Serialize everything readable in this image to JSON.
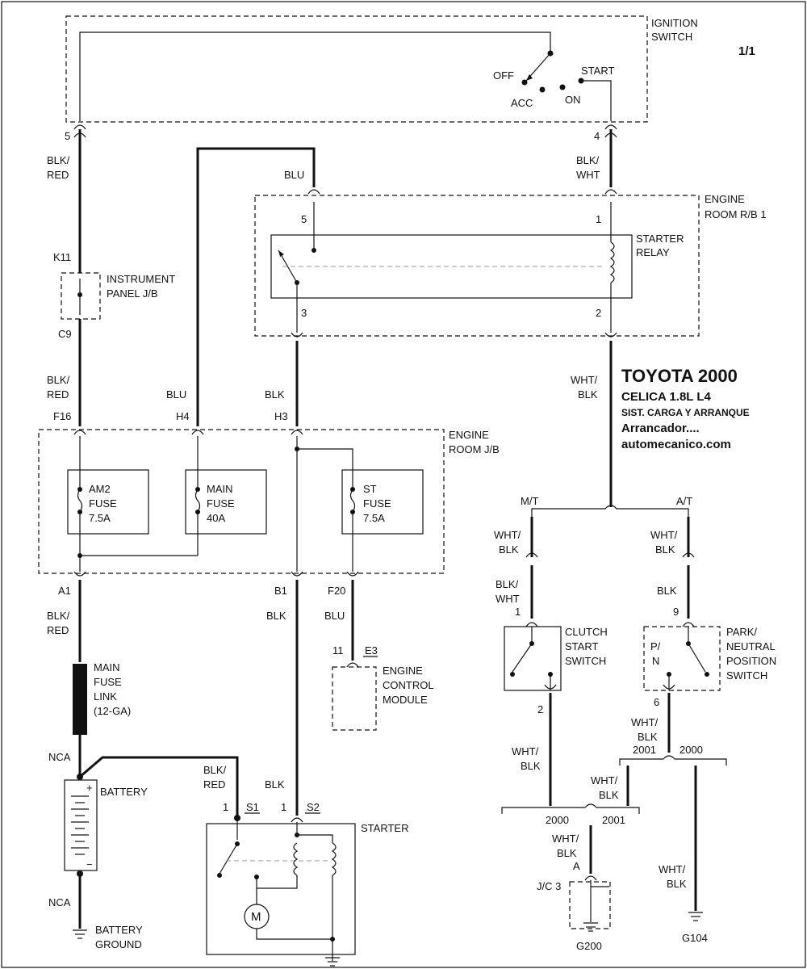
{
  "page": {
    "number": "1/1"
  },
  "title": {
    "line1": "TOYOTA 2000",
    "line2": "CELICA  1.8L  L4",
    "line3": "SIST. CARGA Y ARRANQUE",
    "line4": "Arrancador....",
    "line5": "automecanico.com"
  },
  "ignition": {
    "label1": "IGNITION",
    "label2": "SWITCH",
    "off": "OFF",
    "acc": "ACC",
    "on": "ON",
    "start": "START",
    "pin_left": "5",
    "pin_right": "4"
  },
  "wires": {
    "blk_red_1a": "BLK/",
    "blk_red_1b": "RED",
    "blu_top": "BLU",
    "blk_wht_top_a": "BLK/",
    "blk_wht_top_b": "WHT",
    "blk_red_2a": "BLK/",
    "blk_red_2b": "RED",
    "blu_mid": "BLU",
    "blk_mid": "BLK",
    "wht_blk_relay_a": "WHT/",
    "wht_blk_relay_b": "BLK",
    "blk_red_3a": "BLK/",
    "blk_red_3b": "RED",
    "blk_low": "BLK",
    "blu_low": "BLU",
    "blk_red_4a": "BLK/",
    "blk_red_4b": "RED",
    "blk_starter": "BLK",
    "nca_top": "NCA",
    "nca_bottom": "NCA"
  },
  "relay_box": {
    "label1": "ENGINE",
    "label2": "ROOM R/B 1",
    "relay1": "STARTER",
    "relay2": "RELAY",
    "pin5": "5",
    "pin1": "1",
    "pin3": "3",
    "pin2": "2"
  },
  "instrument_jb": {
    "label1": "INSTRUMENT",
    "label2": "PANEL J/B",
    "pin_top": "K11",
    "pin_bottom": "C9"
  },
  "engine_jb": {
    "label1": "ENGINE",
    "label2": "ROOM J/B",
    "pins_top": [
      "F16",
      "H4",
      "H3"
    ],
    "pins_bottom": [
      "A1",
      "B1",
      "F20"
    ],
    "fuses": [
      {
        "l1": "AM2",
        "l2": "FUSE",
        "l3": "7.5A"
      },
      {
        "l1": "MAIN",
        "l2": "FUSE",
        "l3": "40A"
      },
      {
        "l1": "ST",
        "l2": "FUSE",
        "l3": "7.5A"
      }
    ]
  },
  "ecm": {
    "pin": "11",
    "conn": "E3",
    "l1": "ENGINE",
    "l2": "CONTROL",
    "l3": "MODULE"
  },
  "fuse_link": {
    "l1": "MAIN",
    "l2": "FUSE",
    "l3": "LINK",
    "l4": "(12-GA)"
  },
  "battery": {
    "label": "BATTERY",
    "ground1": "BATTERY",
    "ground2": "GROUND",
    "plus": "+",
    "minus": "−"
  },
  "starter": {
    "label": "STARTER",
    "motor": "M",
    "pin_s1": "1",
    "conn_s1": "S1",
    "pin_s2": "1",
    "conn_s2": "S2",
    "w1a": "BLK/",
    "w1b": "RED",
    "w2": "BLK"
  },
  "transmission": {
    "mt": "M/T",
    "at": "A/T",
    "mt_w1a": "WHT/",
    "mt_w1b": "BLK",
    "mt_w2a": "BLK/",
    "mt_w2b": "WHT",
    "at_w1a": "WHT/",
    "at_w1b": "BLK",
    "at_w2": "BLK"
  },
  "clutch": {
    "l1": "CLUTCH",
    "l2": "START",
    "l3": "SWITCH",
    "pin_top": "1",
    "pin_bottom": "2"
  },
  "pnp": {
    "l1": "PARK/",
    "l2": "NEUTRAL",
    "l3": "POSITION",
    "l4": "SWITCH",
    "pin_top": "9",
    "pin_bottom": "6",
    "p": "P/",
    "n": "N"
  },
  "lower": {
    "pnp_w_a": "WHT/",
    "pnp_w_b": "BLK",
    "yr_2001": "2001",
    "yr_2000": "2000",
    "clutch_w_a": "WHT/",
    "clutch_w_b": "BLK",
    "mid_w_a": "WHT/",
    "mid_w_b": "BLK",
    "split_2000": "2000",
    "split_2001": "2001",
    "jc_w_a": "WHT/",
    "jc_w_b": "BLK",
    "jc_pin": "A",
    "jc": "J/C 3",
    "g200": "G200",
    "g104_w_a": "WHT/",
    "g104_w_b": "BLK",
    "g104": "G104"
  }
}
